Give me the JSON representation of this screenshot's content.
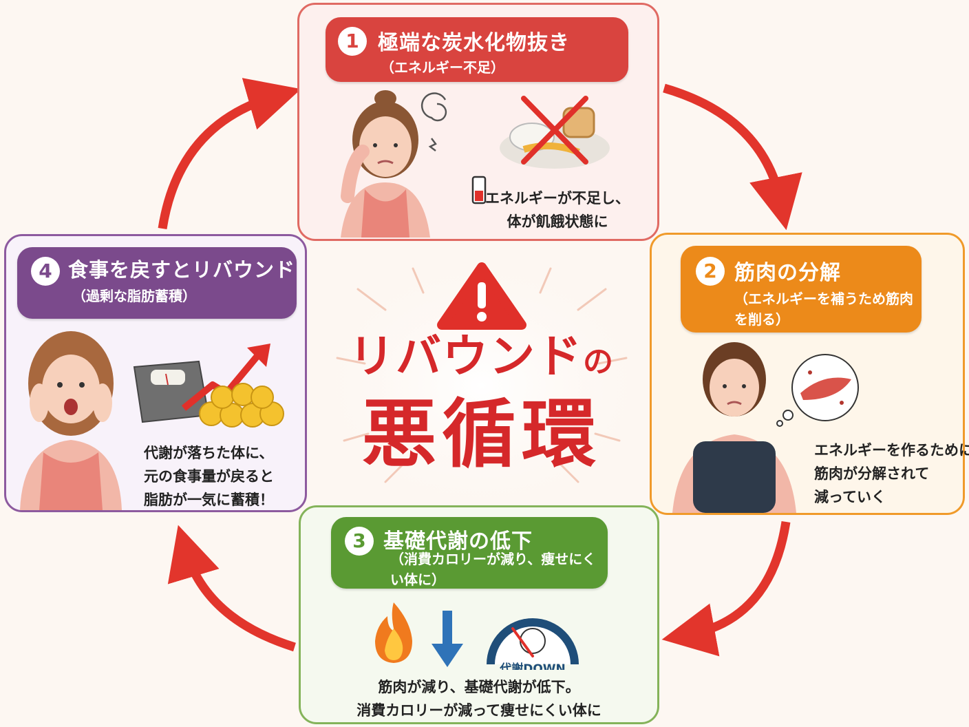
{
  "center": {
    "title_line1": "リバウンド",
    "title_particle": "の",
    "title_line2": "悪循環"
  },
  "steps": [
    {
      "number": "1",
      "title": "極端な炭水化物抜き",
      "subtitle": "（エネルギー不足）",
      "description": [
        "エネルギーが不足し、",
        "体が飢餓状態に"
      ]
    },
    {
      "number": "2",
      "title": "筋肉の分解",
      "subtitle": "（エネルギーを補うため筋肉を削る）",
      "description": [
        "エネルギーを作るために、",
        "筋肉が分解されて",
        "減っていく"
      ]
    },
    {
      "number": "3",
      "title": "基礎代謝の低下",
      "subtitle": "（消費カロリーが減り、痩せにくい体に）",
      "description": [
        "筋肉が減り、基礎代謝が低下。",
        "消費カロリーが減って痩せにくい体に"
      ],
      "gauge_label": "代謝DOWN"
    },
    {
      "number": "4",
      "title": "食事を戻すとリバウンド",
      "subtitle": "（過剰な脂肪蓄積）",
      "description": [
        "代謝が落ちた体に、",
        "元の食事量が戻ると",
        "脂肪が一気に蓄積！"
      ]
    }
  ],
  "colors": {
    "step1": "#d9443f",
    "step2": "#ec8a1a",
    "step3": "#5a9a33",
    "step4": "#7b4a8c",
    "arrow": "#e2352c",
    "title": "#d5282a"
  },
  "icons": [
    "warning-icon",
    "worried-woman",
    "no-carbs-plate-icon",
    "low-battery-icon",
    "muscle-icon",
    "flame-icon",
    "down-arrow-icon",
    "metabolism-gauge-icon",
    "scale-icon",
    "up-trend-arrow-icon",
    "fat-cells-icon"
  ]
}
